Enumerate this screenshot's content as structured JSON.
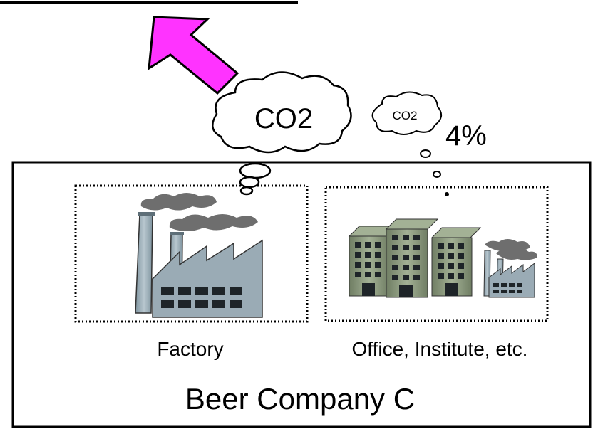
{
  "cloud_large": {
    "label": "CO2"
  },
  "cloud_small": {
    "label": "CO2"
  },
  "percent_label": "4%",
  "company_title": "Beer Company C",
  "factory": {
    "label": "Factory"
  },
  "offices": {
    "label": "Office, Institute, etc."
  },
  "colors": {
    "arrow": "#ff33ff",
    "building_green": "#8b9a7c",
    "building_dark": "#5f6b55",
    "factory_blue": "#9aabb5",
    "smoke": "#6e6e6e",
    "window": "#1e2428"
  }
}
